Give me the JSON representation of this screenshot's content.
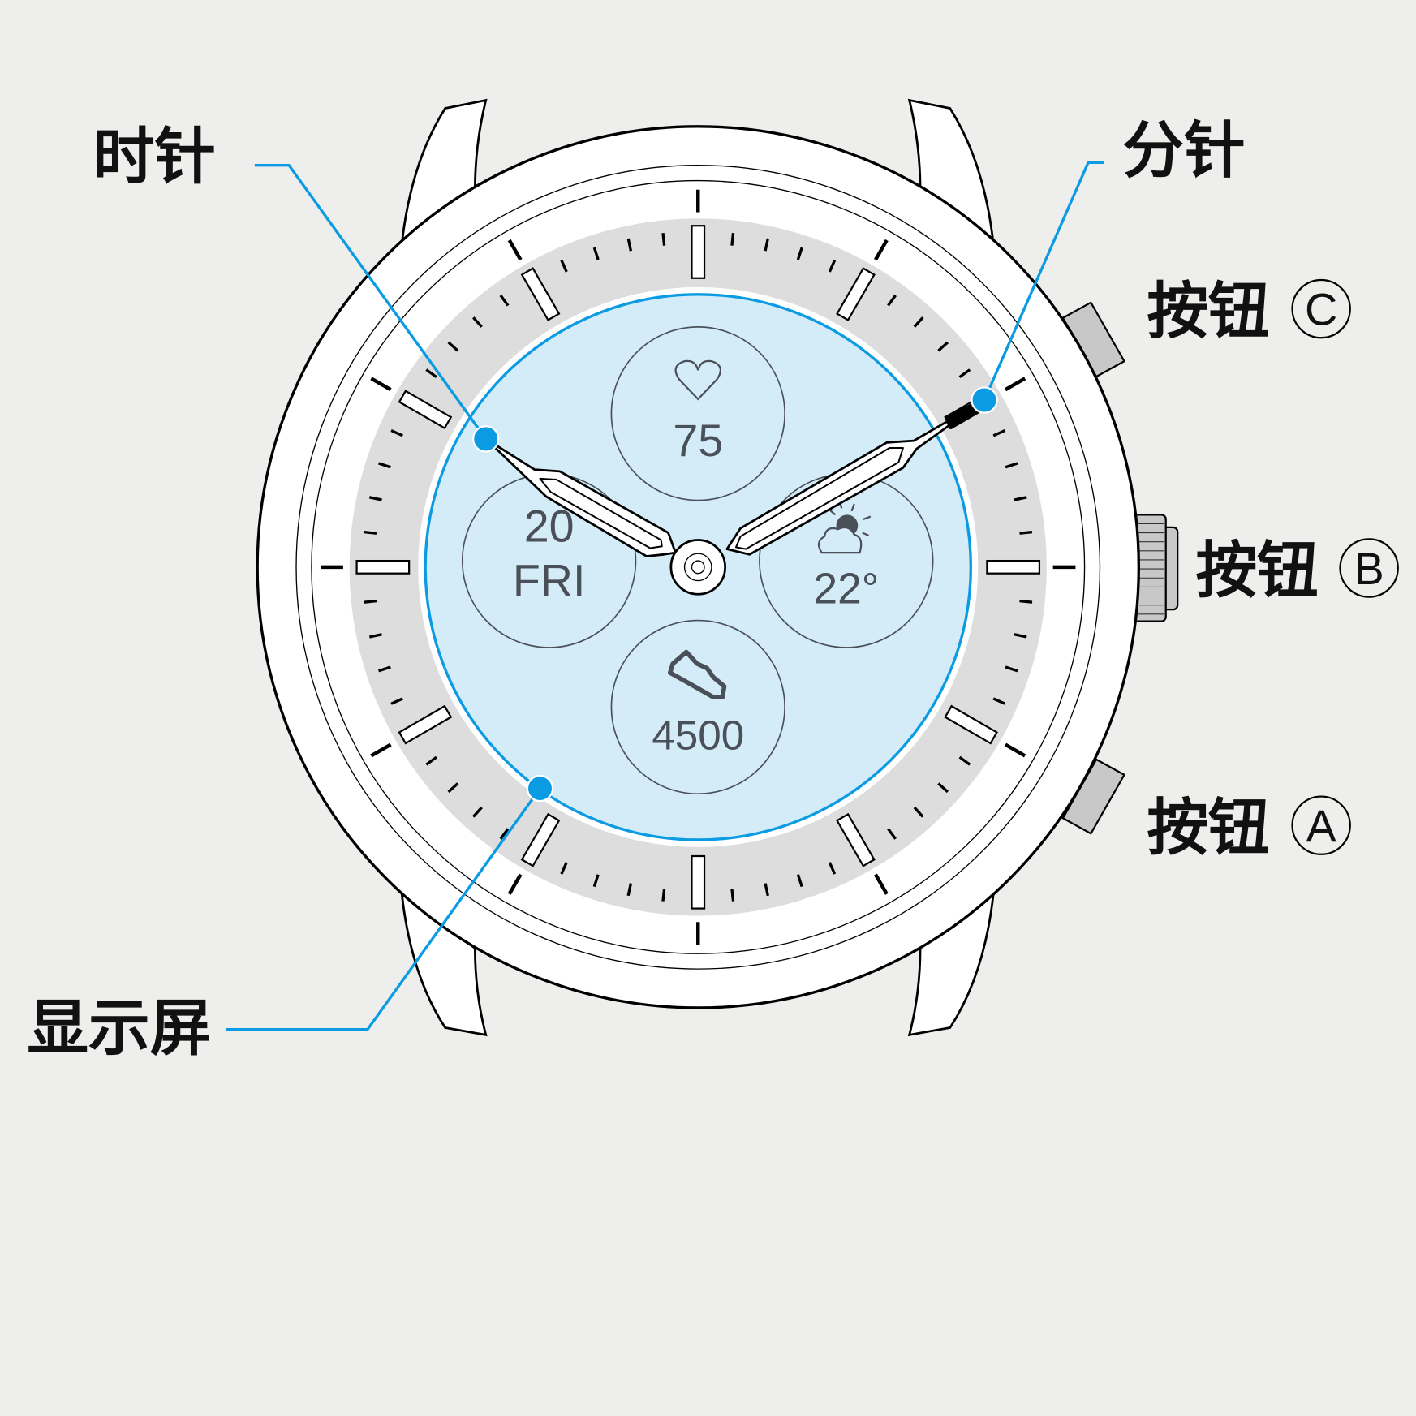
{
  "labels": {
    "hour_hand": "时针",
    "minute_hand": "分针",
    "display": "显示屏",
    "button_c": "按钮",
    "button_c_letter": "C",
    "button_b": "按钮",
    "button_b_letter": "B",
    "button_a": "按钮",
    "button_a_letter": "A"
  },
  "display": {
    "heart_rate": "75",
    "date_day": "20",
    "date_weekday": "FRI",
    "temperature": "22°",
    "steps": "4500"
  },
  "icons": [
    "heart-icon",
    "weather-partly-cloudy-icon",
    "shoe-icon"
  ],
  "colors": {
    "background": "#eeeeec",
    "callout": "#0a9be3",
    "display": "#d4ebf8",
    "ring": "#dcdddc",
    "pusher": "#c8c8c8"
  }
}
